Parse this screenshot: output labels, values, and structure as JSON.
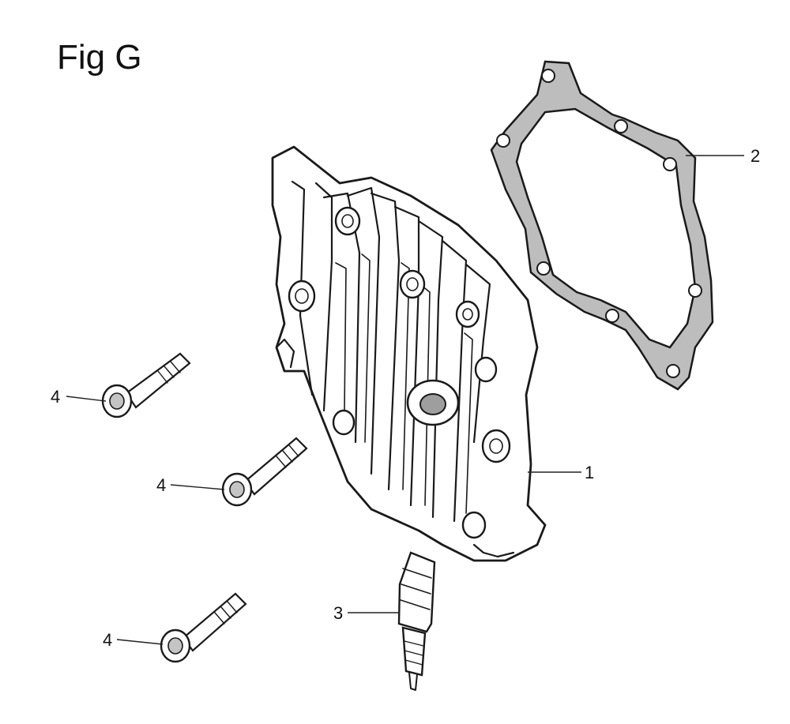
{
  "figure": {
    "title": "Fig G"
  },
  "callouts": [
    {
      "id": "cylinder-head",
      "number": "1"
    },
    {
      "id": "head-gasket",
      "number": "2"
    },
    {
      "id": "spark-plug",
      "number": "3"
    },
    {
      "id": "bolt",
      "number": "4"
    }
  ],
  "colors": {
    "ink": "#1a1a1a",
    "background": "#ffffff",
    "gasket_fill": "#bdbdbd"
  }
}
